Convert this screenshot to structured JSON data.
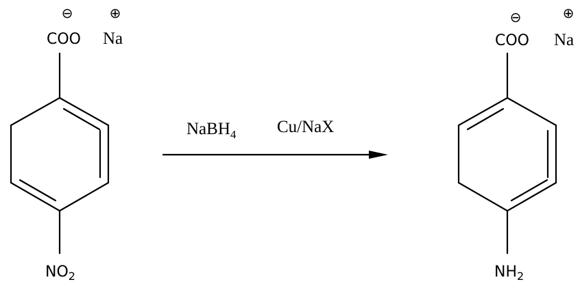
{
  "reactant": {
    "top_group": "COO",
    "top_charge": "⊖",
    "counter_ion": "Na",
    "counter_charge": "⊕",
    "bottom_group_main": "NO",
    "bottom_group_sub": "2"
  },
  "reagents": {
    "reductant_main": "NaBH",
    "reductant_sub": "4",
    "catalyst": "Cu/NaX"
  },
  "product": {
    "top_group": "COO",
    "top_charge": "⊖",
    "counter_ion": "Na",
    "counter_charge": "⊕",
    "bottom_group_main": "NH",
    "bottom_group_sub": "2"
  }
}
